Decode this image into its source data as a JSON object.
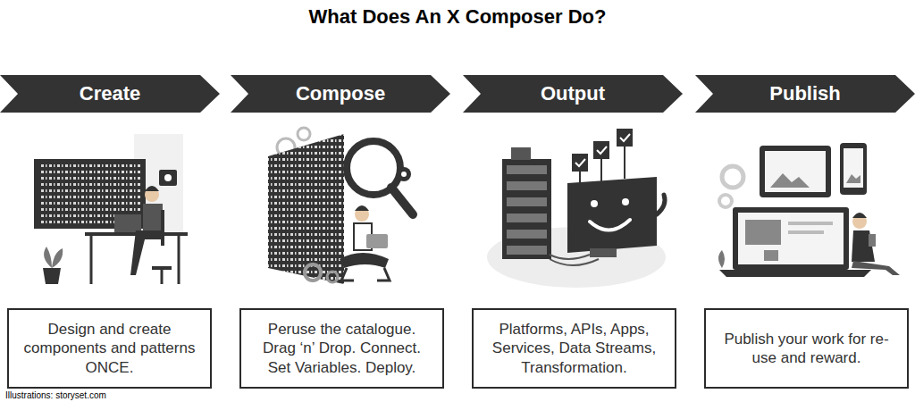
{
  "diagram": {
    "title": "What Does An X Composer Do?",
    "nodes": [
      {
        "text": [
          "Create"
        ]
      },
      {
        "text": [
          "Compose"
        ]
      },
      {
        "text": [
          "Output"
        ]
      },
      {
        "text": [
          "Publish"
        ]
      },
      {
        "text": [
          "Design and create components and patterns ONCE."
        ]
      },
      {
        "text": [
          "Peruse the catalogue. Drag ‘n’ Drop. Connect. Set Variables. Deploy."
        ]
      },
      {
        "text": [
          "Platforms, APIs, Apps, Services, Data Streams, Transformation."
        ]
      },
      {
        "text": [
          "Publish your work for re-use and reward."
        ]
      }
    ],
    "labels": [
      "Illustrations: storyset.com"
    ]
  }
}
